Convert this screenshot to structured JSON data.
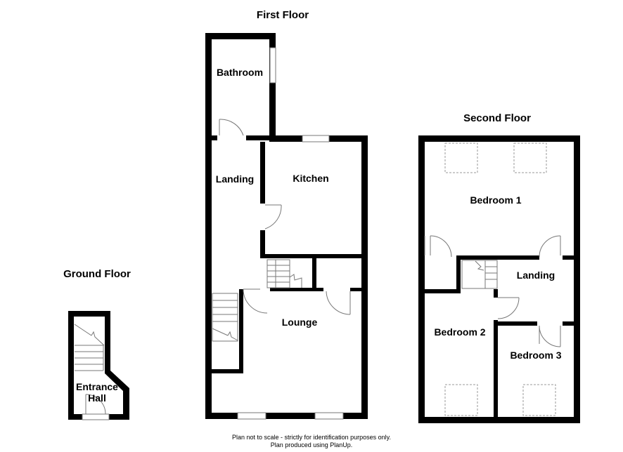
{
  "floors": {
    "ground": {
      "title": "Ground Floor",
      "rooms": [
        "Entrance",
        "Hall"
      ]
    },
    "first": {
      "title": "First Floor",
      "rooms": [
        "Bathroom",
        "Landing",
        "Kitchen",
        "Lounge"
      ]
    },
    "second": {
      "title": "Second Floor",
      "rooms": [
        "Bedroom 1",
        "Landing",
        "Bedroom 2",
        "Bedroom 3"
      ]
    }
  },
  "footer": {
    "line1": "Plan not to scale - strictly for identification purposes only.",
    "line2": "Plan produced using PlanUp."
  }
}
